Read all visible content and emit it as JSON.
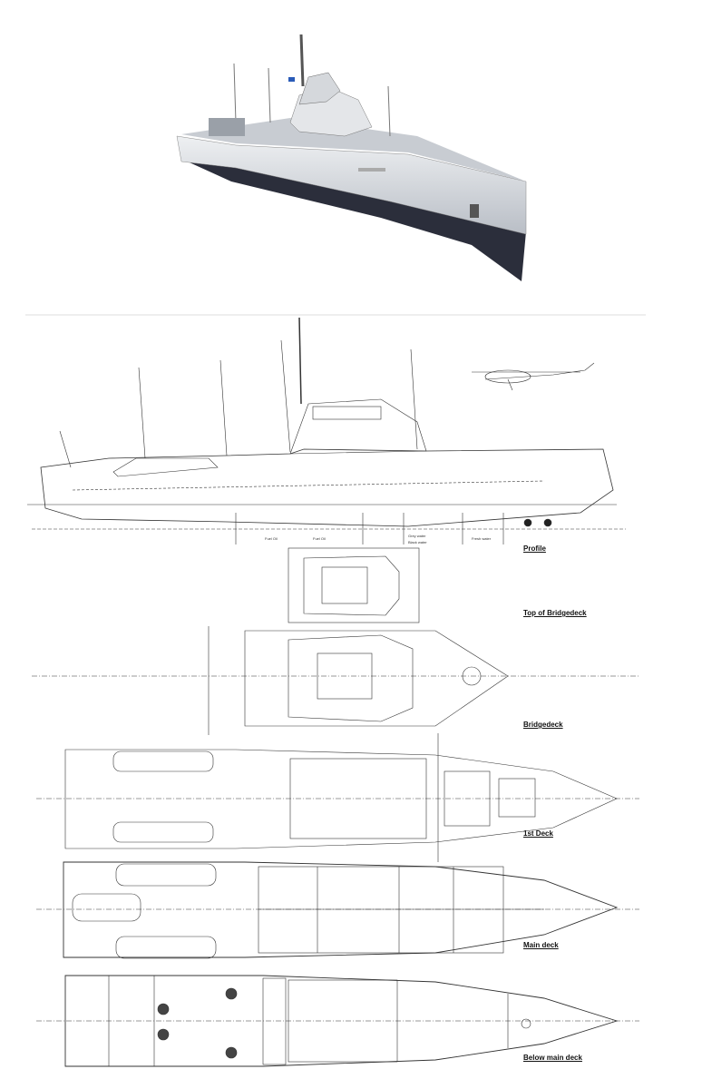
{
  "labels": {
    "profile": "Profile",
    "top_of_bridgedeck": "Top of Bridgedeck",
    "bridgedeck": "Bridgedeck",
    "first_deck": "1st Deck",
    "main_deck": "Main deck",
    "below_main_deck": "Below main deck"
  },
  "tank_labels": [
    "Fuel Oil",
    "Fuel Oil",
    "Grey water",
    "Black water",
    "Fresh water"
  ],
  "colors": {
    "hull_dark": "#2a2d3a",
    "hull_light": "#d9dce0",
    "line": "#333333"
  }
}
